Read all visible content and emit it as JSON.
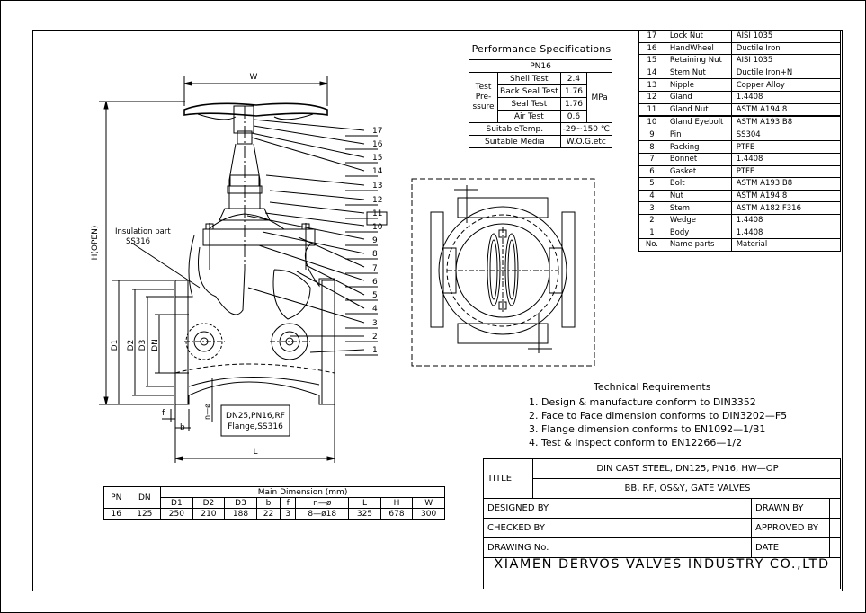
{
  "performance": {
    "title": "Performance Specifications",
    "pn": "PN16",
    "test_pressure_label": [
      "Test",
      "Pre-",
      "ssure"
    ],
    "unit": "MPa",
    "tests": [
      {
        "name": "Shell Test",
        "value": "2.4"
      },
      {
        "name": "Back Seal Test",
        "value": "1.76"
      },
      {
        "name": "Seal Test",
        "value": "1.76"
      },
      {
        "name": "Air Test",
        "value": "0.6"
      }
    ],
    "temp_label": "SuitableTemp.",
    "temp_value": "-29~150 ℃",
    "media_label": "Suitable Media",
    "media_value": "W.O.G.etc"
  },
  "parts": [
    {
      "no": "17",
      "name": "Lock Nut",
      "material": "AISI 1035"
    },
    {
      "no": "16",
      "name": "HandWheel",
      "material": "Ductile Iron"
    },
    {
      "no": "15",
      "name": "Retaining Nut",
      "material": "AISI 1035"
    },
    {
      "no": "14",
      "name": "Stem Nut",
      "material": "Ductile Iron+N"
    },
    {
      "no": "13",
      "name": "Nipple",
      "material": "Copper Alloy"
    },
    {
      "no": "12",
      "name": "Gland",
      "material": "1.4408"
    },
    {
      "no": "11",
      "name": "Gland Nut",
      "material": "ASTM A194 8"
    },
    {
      "no": "10",
      "name": "Gland Eyebolt",
      "material": "ASTM A193 B8"
    },
    {
      "no": "9",
      "name": "Pin",
      "material": "SS304"
    },
    {
      "no": "8",
      "name": "Packing",
      "material": "PTFE"
    },
    {
      "no": "7",
      "name": "Bonnet",
      "material": "1.4408"
    },
    {
      "no": "6",
      "name": "Gasket",
      "material": "PTFE"
    },
    {
      "no": "5",
      "name": "Bolt",
      "material": "ASTM A193 B8"
    },
    {
      "no": "4",
      "name": "Nut",
      "material": "ASTM A194 8"
    },
    {
      "no": "3",
      "name": "Stem",
      "material": "ASTM A182 F316"
    },
    {
      "no": "2",
      "name": "Wedge",
      "material": "1.4408"
    },
    {
      "no": "1",
      "name": "Body",
      "material": "1.4408"
    }
  ],
  "parts_header": {
    "no": "No.",
    "name": "Name parts",
    "material": "Material"
  },
  "drawing_labels": {
    "w": "W",
    "h_open": "H(OPEN)",
    "l": "L",
    "d1": "D1",
    "d2": "D2",
    "d3": "D3",
    "dn": "DN",
    "f": "f",
    "b": "b",
    "n_phi": "n—ø",
    "insulation": [
      "Insulation part",
      "SS316"
    ],
    "flange_note": [
      "DN25,PN16,RF",
      "Flange,SS316"
    ],
    "callouts": [
      "17",
      "16",
      "15",
      "14",
      "13",
      "12",
      "11",
      "10",
      "9",
      "8",
      "7",
      "6",
      "5",
      "4",
      "3",
      "2",
      "1"
    ]
  },
  "dimensions": {
    "title": "Main Dimension (mm)",
    "pn_label": "PN",
    "dn_label": "DN",
    "headers": [
      "D1",
      "D2",
      "D3",
      "b",
      "f",
      "n—ø",
      "L",
      "H",
      "W"
    ],
    "pn": "16",
    "dn": "125",
    "values": [
      "250",
      "210",
      "188",
      "22",
      "3",
      "8—ø18",
      "325",
      "678",
      "300"
    ]
  },
  "technical": {
    "title": "Technical Requirements",
    "items": [
      "1. Design & manufacture conform to DIN3352",
      "2. Face to Face dimension conforms to DIN3202—F5",
      "3. Flange dimension conforms to EN1092—1/B1",
      "4. Test & Inspect conform to EN12266—1/2"
    ]
  },
  "title_block": {
    "title_label": "TITLE",
    "title_line1": "DIN CAST STEEL, DN125, PN16, HW—OP",
    "title_line2": "BB, RF, OS&Y, GATE VALVES",
    "designed_by": "DESIGNED BY",
    "drawn_by": "DRAWN BY",
    "checked_by": "CHECKED BY",
    "approved_by": "APPROVED BY",
    "drawing_no": "DRAWING No.",
    "date": "DATE",
    "company": "XIAMEN DERVOS VALVES INDUSTRY CO.,LTD"
  }
}
